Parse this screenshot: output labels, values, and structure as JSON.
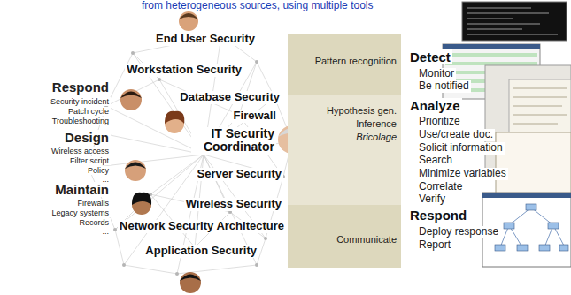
{
  "diagram": {
    "title": "from heterogeneous sources, using multiple tools",
    "nodes": [
      {
        "text": [
          "Pattern recognition"
        ]
      },
      {
        "text": [
          "Hypothesis gen.",
          "Inference",
          "Bricolage"
        ]
      },
      {
        "text": [
          "Communicate"
        ]
      }
    ],
    "labels": [
      "Respond",
      "Security incident",
      "Patch cycle",
      "Troubleshooting",
      "...",
      "Design",
      "Wireless access",
      "Filter script",
      "Policy",
      "...",
      "Maintain",
      "Firewalls",
      "Legacy systems",
      "Records",
      "...",
      "End User Security",
      "Workstation Security",
      "Database Security",
      "Firewall",
      "IT Security Coordinator",
      "Server Security",
      "Wireless Security",
      "Network Security Architecture",
      "Application Security",
      "Detect",
      "Monitor",
      "Be notified",
      "Analyze",
      "Prioritize",
      "Use/create doc.",
      "Solicit information",
      "Search",
      "Minimize variables",
      "Correlate",
      "Verify",
      "Respond",
      "Deploy response",
      "Report"
    ]
  }
}
